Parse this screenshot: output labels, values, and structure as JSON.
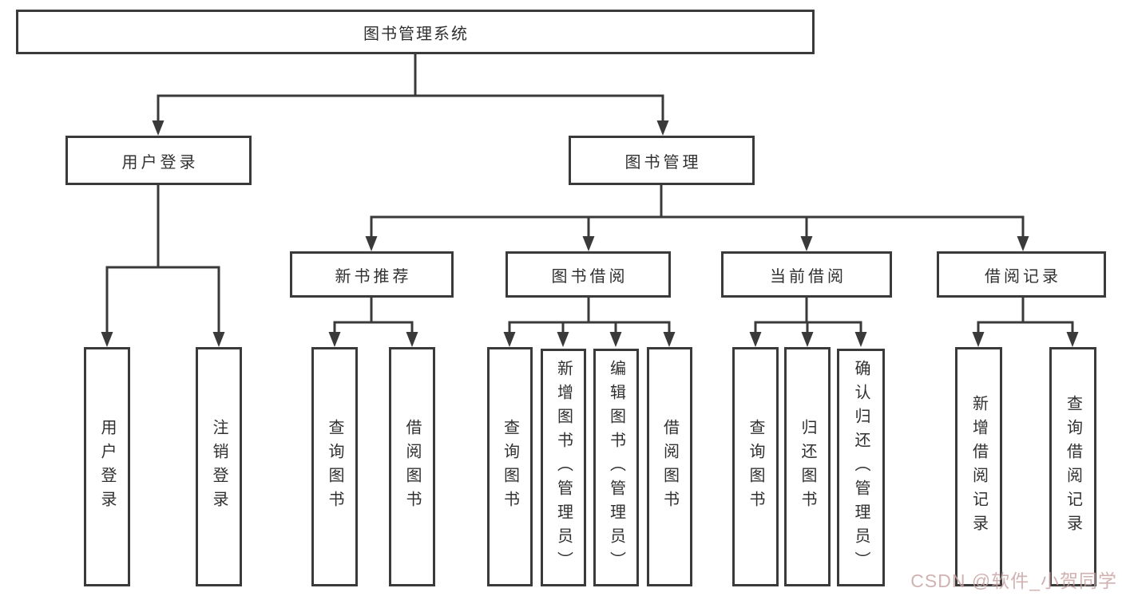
{
  "diagram_type": "hierarchy-tree",
  "colors": {
    "line": "#3a3a3a",
    "box_border": "#3a3a3a",
    "text": "#303030",
    "background": "#ffffff",
    "watermark": "#c9a4a4"
  },
  "watermark": "CSDN @软件_小贺同学",
  "tree": {
    "label": "图书管理系统",
    "children": [
      {
        "label": "用户登录",
        "children": [
          {
            "label": "用户登录"
          },
          {
            "label": "注销登录"
          }
        ]
      },
      {
        "label": "图书管理",
        "children": [
          {
            "label": "新书推荐",
            "children": [
              {
                "label": "查询图书"
              },
              {
                "label": "借阅图书"
              }
            ]
          },
          {
            "label": "图书借阅",
            "children": [
              {
                "label": "查询图书"
              },
              {
                "label": "新增图书（管理员）"
              },
              {
                "label": "编辑图书（管理员）"
              },
              {
                "label": "借阅图书"
              }
            ]
          },
          {
            "label": "当前借阅",
            "children": [
              {
                "label": "查询图书"
              },
              {
                "label": "归还图书"
              },
              {
                "label": "确认归还（管理员）"
              }
            ]
          },
          {
            "label": "借阅记录",
            "children": [
              {
                "label": "新增借阅记录"
              },
              {
                "label": "查询借阅记录"
              }
            ]
          }
        ]
      }
    ]
  }
}
